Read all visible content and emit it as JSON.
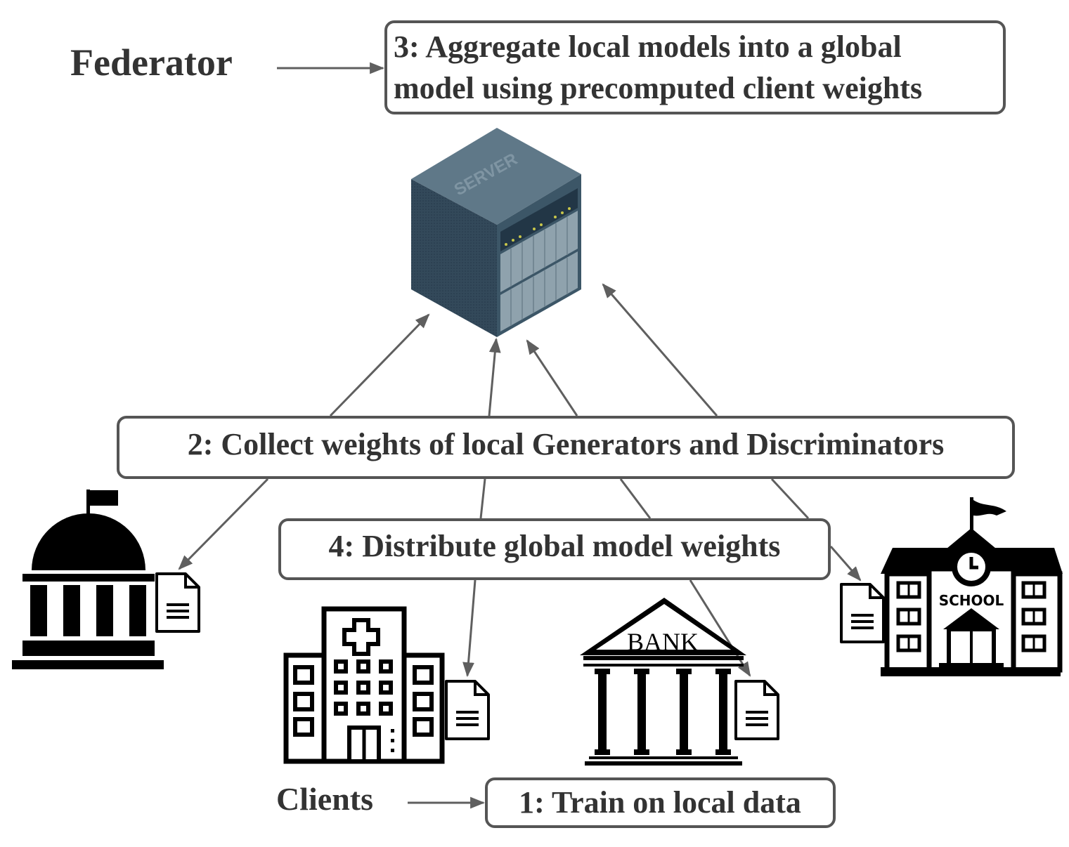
{
  "roles": {
    "federator": "Federator",
    "clients": "Clients"
  },
  "steps": {
    "step1": "1: Train on local data",
    "step2": "2: Collect weights of local Generators and Discriminators",
    "step3_line1": "3: Aggregate local models into a global",
    "step3_line2": "model using precomputed client weights",
    "step4": "4: Distribute global model weights"
  },
  "icon_labels": {
    "server": "SERVER",
    "bank": "BANK",
    "school": "SCHOOL"
  },
  "colors": {
    "box_border": "#555555",
    "arrow": "#5f5f5f",
    "text": "#333333",
    "server_dark": "#2e4555",
    "server_mid": "#3f5b6c",
    "server_light": "#6d8796"
  },
  "icons": [
    "server-icon",
    "government-building-icon",
    "hospital-icon",
    "bank-icon",
    "school-icon",
    "document-icon"
  ]
}
